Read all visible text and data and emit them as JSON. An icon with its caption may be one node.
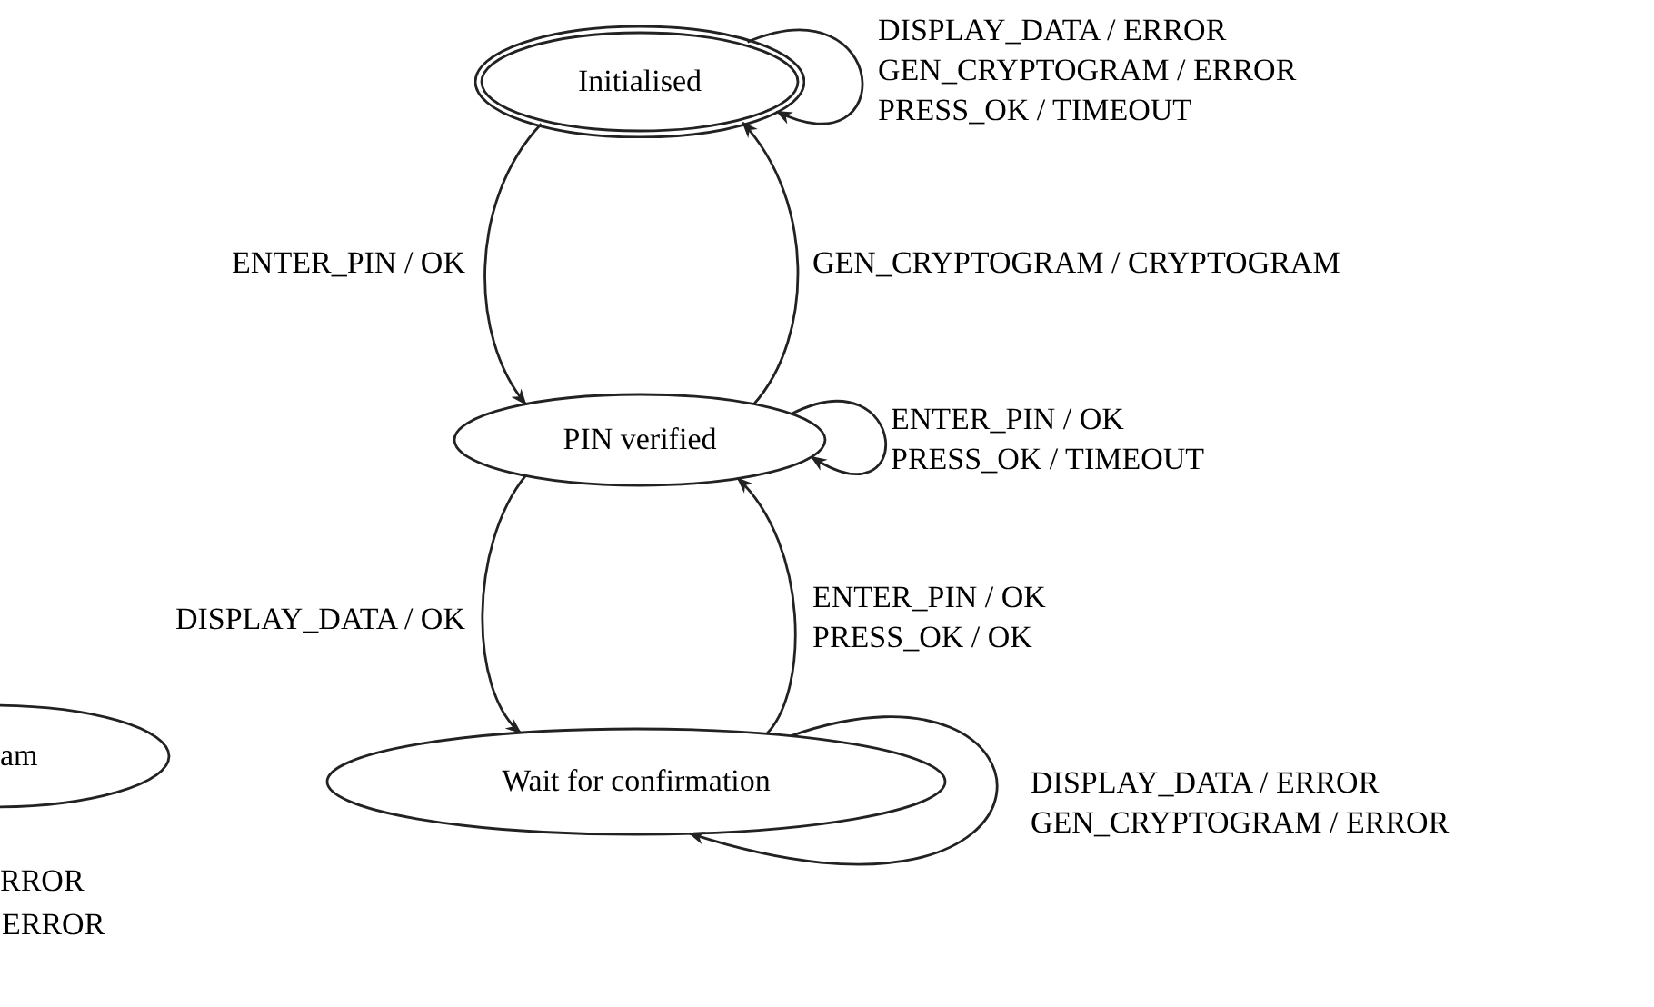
{
  "diagram": {
    "nodes": [
      {
        "text": [
          "Initialised"
        ]
      },
      {
        "text": [
          "PIN verified"
        ]
      },
      {
        "text": [
          "Wait for confirmation"
        ]
      },
      {
        "text": [
          "am"
        ]
      }
    ],
    "edges": [
      {
        "from": 0,
        "to": 1,
        "arrow": "to",
        "label": "ENTER_PIN / OK"
      },
      {
        "from": 1,
        "to": 0,
        "arrow": "to",
        "label": "GEN_CRYPTOGRAM / CRYPTOGRAM"
      },
      {
        "from": 0,
        "to": 0,
        "arrow": "to",
        "label": "DISPLAY_DATA / ERROR GEN_CRYPTOGRAM / ERROR PRESS_OK / TIMEOUT"
      },
      {
        "from": 1,
        "to": 1,
        "arrow": "to",
        "label": "ENTER_PIN / OK PRESS_OK / TIMEOUT"
      },
      {
        "from": 1,
        "to": 2,
        "arrow": "to",
        "label": "DISPLAY_DATA / OK"
      },
      {
        "from": 2,
        "to": 1,
        "arrow": "to",
        "label": "ENTER_PIN / OK PRESS_OK / OK"
      },
      {
        "from": 2,
        "to": 2,
        "arrow": "to",
        "label": "DISPLAY_DATA / ERROR GEN_CRYPTOGRAM / ERROR"
      }
    ],
    "labels": [
      "RROR",
      "ERROR"
    ]
  }
}
